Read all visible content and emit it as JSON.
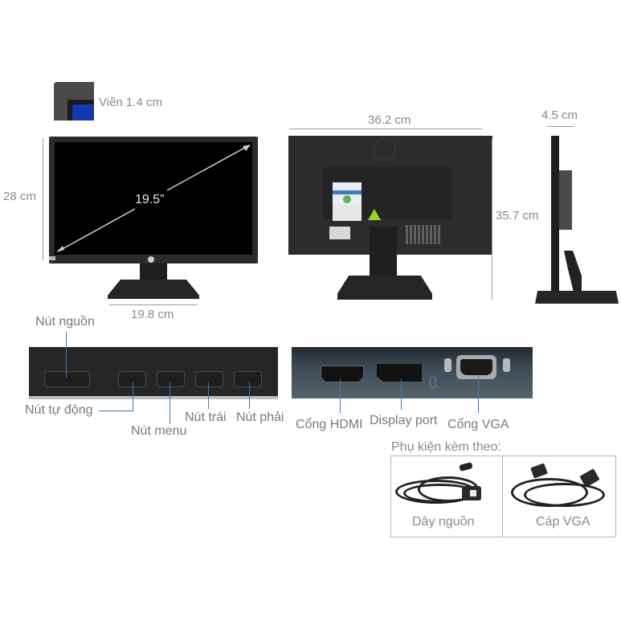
{
  "bezel": {
    "label": "Viền 1.4 cm",
    "colors": {
      "frame": "#4a4a4a",
      "screen": "#1438b0"
    }
  },
  "front_view": {
    "height_label": "28 cm",
    "diagonal_label": "19.5”",
    "base_width_label": "19.8 cm",
    "logo": "hp-logo-icon"
  },
  "rear_view": {
    "width_label": "36.2 cm",
    "height_label": "35.7 cm",
    "logo": "hp-logo-icon"
  },
  "side_view": {
    "depth_label": "4.5 cm"
  },
  "buttons_panel": {
    "labels": {
      "power": "Nút nguồn",
      "auto": "Nút tự động",
      "menu": "Nút menu",
      "left": "Nút trái",
      "right": "Nút phải"
    }
  },
  "ports_panel": {
    "labels": {
      "hdmi": "Cổng HDMI",
      "displayport": "Display port",
      "vga": "Cổng VGA"
    }
  },
  "accessories": {
    "title": "Phụ kiện kèm theo:",
    "items": [
      {
        "label": "Dây nguồn",
        "icon": "power-cable-icon"
      },
      {
        "label": "Cáp VGA",
        "icon": "vga-cable-icon"
      }
    ]
  },
  "colors": {
    "callout_line": "#3e78b3",
    "dimension_line": "#9a9a9a",
    "label_text": "#8a8a8a"
  }
}
